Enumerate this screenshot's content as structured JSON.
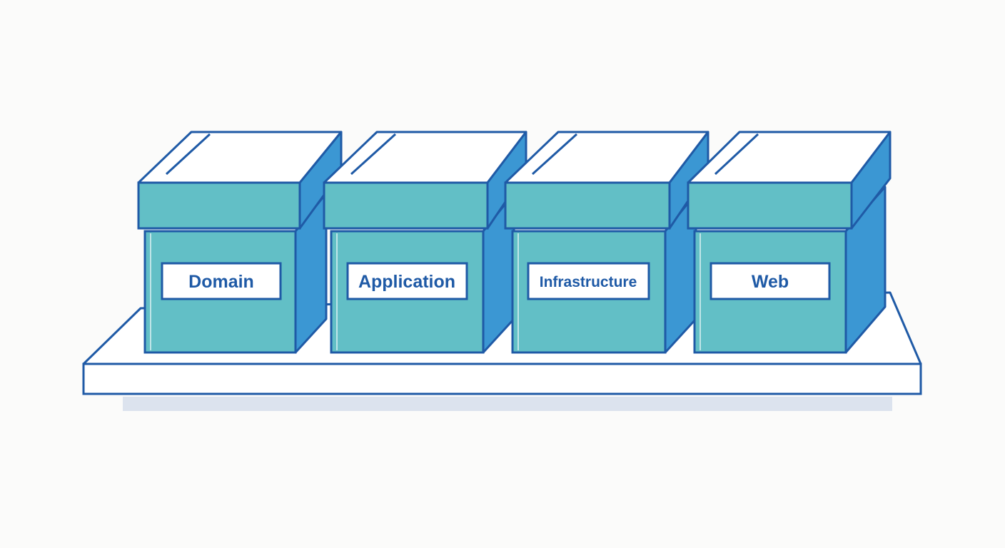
{
  "colors": {
    "background": "#fbfbfa",
    "outline": "#1f5aa6",
    "box_front": "#62bfc6",
    "box_side": "#3b97d3",
    "lid_top": "#ffffff",
    "label_bg": "#ffffff",
    "label_text": "#1f5aa6",
    "shelf_top": "#ffffff",
    "shelf_shadow": "#dce3ee"
  },
  "boxes": [
    {
      "id": "domain",
      "label": "Domain"
    },
    {
      "id": "application",
      "label": "Application"
    },
    {
      "id": "infrastructure",
      "label": "Infrastructure"
    },
    {
      "id": "web",
      "label": "Web"
    }
  ]
}
